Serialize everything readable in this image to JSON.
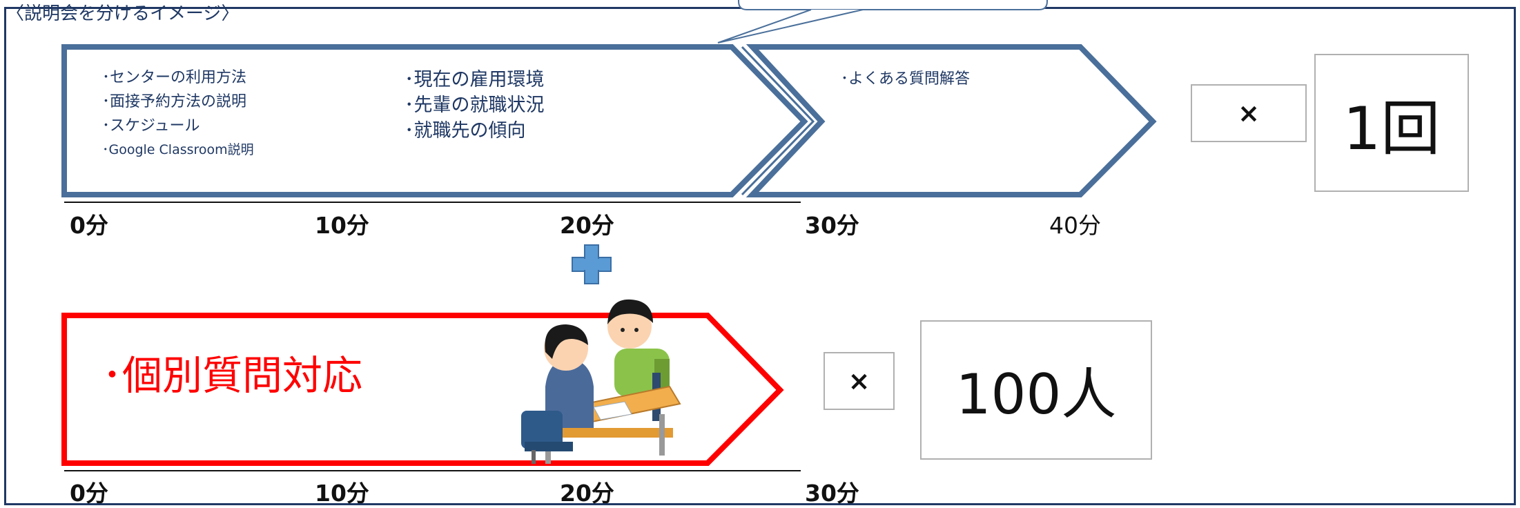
{
  "page_title": "〈説明会を分けるイメージ〉",
  "speech_bubble_text": "",
  "group_session": {
    "column1": [
      "･センターの利用方法",
      "･面接予約方法の説明",
      "･スケジュール",
      "･Google Classroom説明"
    ],
    "column2": [
      "･現在の雇用環境",
      "･先輩の就職状況",
      "･就職先の傾向"
    ],
    "column3": [
      "･よくある質問解答"
    ],
    "ticks": [
      "0分",
      "10分",
      "20分",
      "30分",
      "40分"
    ],
    "times_symbol": "×",
    "count": "1回",
    "colors": {
      "outline": "#4a6f9a",
      "text": "#1f3864"
    }
  },
  "plus_symbol": "plus-icon",
  "individual_session": {
    "title": "･個別質問対応",
    "ticks": [
      "0分",
      "10分",
      "20分",
      "30分"
    ],
    "times_symbol": "×",
    "count": "100人",
    "illustration": "consultation-illustration",
    "colors": {
      "outline": "#ff0000",
      "text": "#ff0000"
    }
  }
}
